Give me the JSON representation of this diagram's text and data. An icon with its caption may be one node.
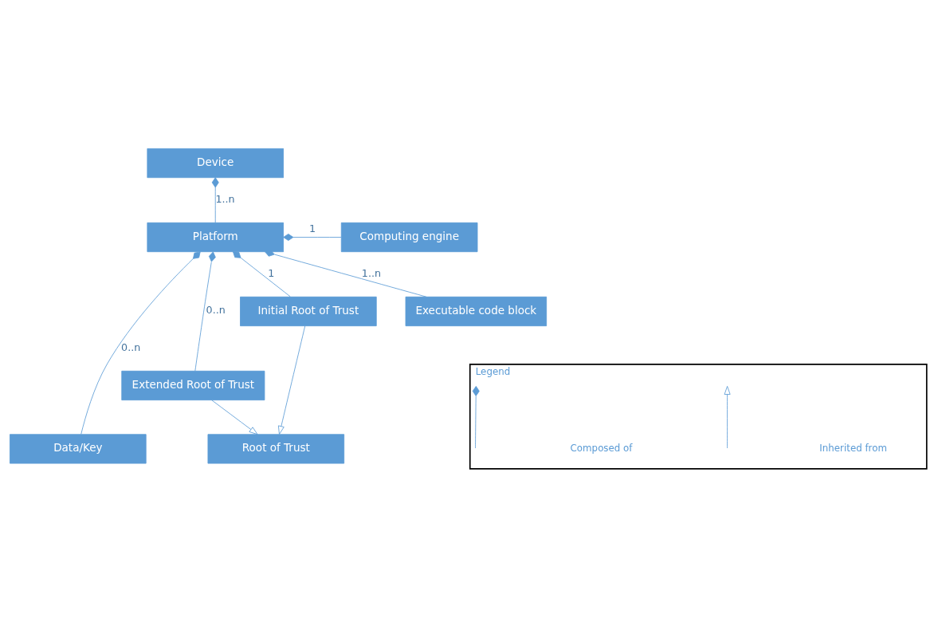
{
  "diagram": {
    "nodes": [
      {
        "text": [
          "Device"
        ]
      },
      {
        "text": [
          "Computing engine"
        ]
      },
      {
        "text": [
          "Platform"
        ]
      },
      {
        "text": [
          "Root of Trust"
        ]
      },
      {
        "text": [
          "Data/Key"
        ]
      },
      {
        "text": [
          "Initial Root of Trust"
        ]
      },
      {
        "text": [
          "Executable code block"
        ]
      },
      {
        "text": [
          "Extended Root of Trust"
        ]
      },
      {
        "text": [
          "Legend"
        ]
      }
    ],
    "edges": [
      {
        "from": 0,
        "to": 2,
        "arrow": "other",
        "label": "1..n"
      },
      {
        "from": 2,
        "to": 1,
        "arrow": "other",
        "label": "1"
      },
      {
        "from": 2,
        "to": 5,
        "arrow": "other",
        "label": "1"
      },
      {
        "from": 2,
        "to": 7,
        "arrow": "other",
        "label": "0..n"
      },
      {
        "from": 2,
        "to": 6,
        "arrow": "other",
        "label": "1..n"
      },
      {
        "from": 2,
        "to": 4,
        "arrow": "other",
        "label": "0..n"
      },
      {
        "from": 5,
        "to": 3,
        "arrow": "to"
      },
      {
        "from": 7,
        "to": 3,
        "arrow": "to"
      }
    ],
    "legend": [
      {
        "text": "Composed of"
      },
      {
        "text": "Inherited from"
      }
    ]
  }
}
